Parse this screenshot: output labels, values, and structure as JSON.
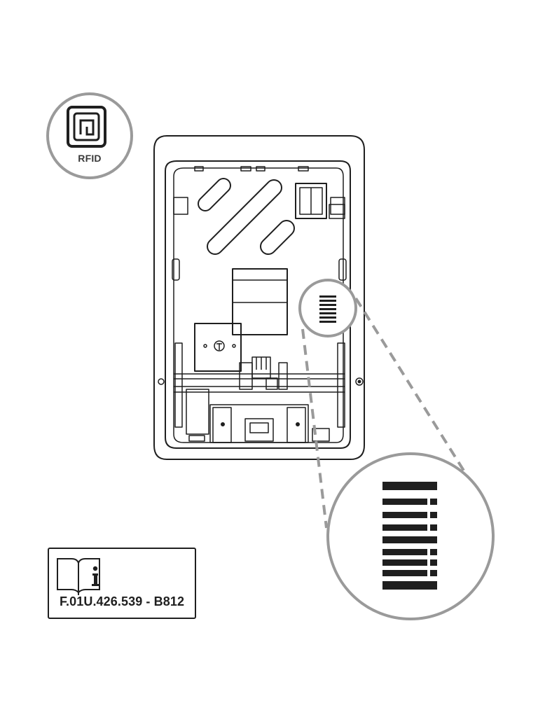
{
  "rfid_badge": {
    "label": "RFID",
    "icon": "rfid-chip-icon"
  },
  "manual_card": {
    "icon": "manual-info-icon",
    "code": "F.01U.426.539 - B812"
  },
  "device": {
    "name": "wall-mount-enclosure"
  },
  "callout": {
    "icon": "rfid-antenna-stripes-icon",
    "zoom_stripes": 9
  },
  "colors": {
    "line": "#1f1f1f",
    "callout_gray": "#9a9a9a",
    "fill_light": "#e9e9e9"
  }
}
